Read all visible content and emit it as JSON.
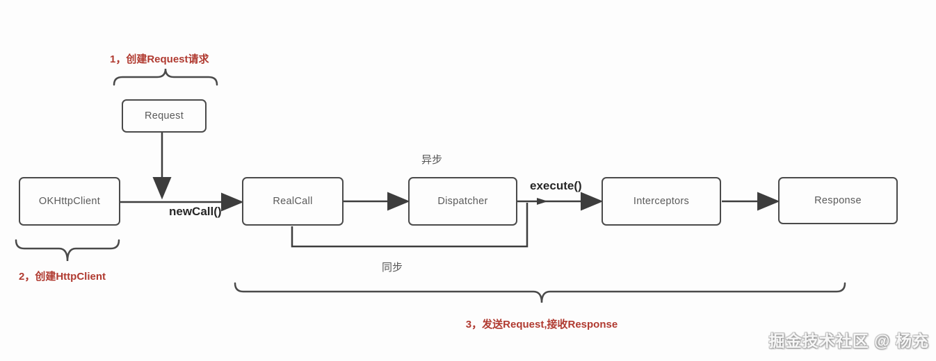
{
  "diagram": {
    "type": "flowchart",
    "topic": "OkHttp request flow",
    "nodes": [
      {
        "id": "request",
        "label": "Request"
      },
      {
        "id": "okhttpclient",
        "label": "OKHttpClient"
      },
      {
        "id": "realcall",
        "label": "RealCall"
      },
      {
        "id": "dispatcher",
        "label": "Dispatcher"
      },
      {
        "id": "interceptors",
        "label": "Interceptors"
      },
      {
        "id": "response",
        "label": "Response"
      }
    ],
    "edge_labels": {
      "new_call": "newCall()",
      "execute": "execute()",
      "async": "异步",
      "sync": "同步"
    },
    "annotations": {
      "step1": "1，创建Request请求",
      "step2": "2，创建HttpClient",
      "step3": "3，发送Request,接收Response"
    },
    "watermark": "掘金技术社区 @ 杨充",
    "colors": {
      "annotation_red": "#b03a30",
      "box_border": "#4a4a4a",
      "box_text": "#5a5a5a",
      "line": "#3d3d3d",
      "method_label": "#262626",
      "background": "#fdfdfd"
    }
  }
}
